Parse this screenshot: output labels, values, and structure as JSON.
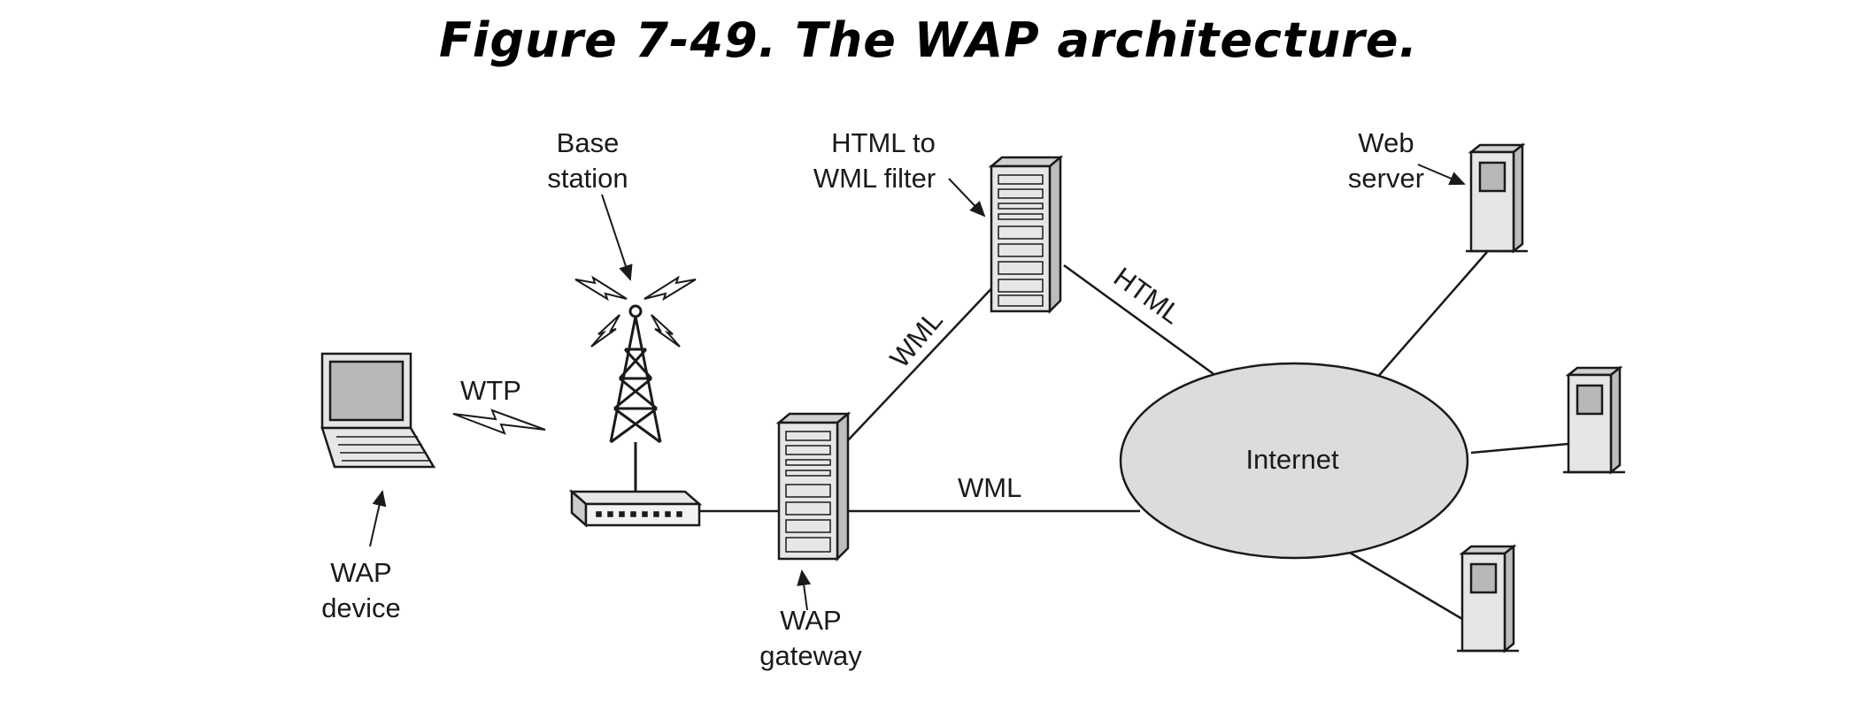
{
  "figure": {
    "title": "Figure 7-49. The WAP architecture."
  },
  "labels": {
    "base_station_1": "Base",
    "base_station_2": "station",
    "filter_1": "HTML to",
    "filter_2": "WML filter",
    "web_server_1": "Web",
    "web_server_2": "server",
    "wtp": "WTP",
    "wml_diag": "WML",
    "html_diag": "HTML",
    "wml_horiz": "WML",
    "internet": "Internet",
    "wap_device_1": "WAP",
    "wap_device_2": "device",
    "wap_gateway_1": "WAP",
    "wap_gateway_2": "gateway"
  },
  "colors": {
    "line": "#1a1a1a",
    "cloud_fill": "#dcdcdc",
    "device_fill": "#e6e6e6",
    "screen_fill": "#b8b8b8"
  }
}
